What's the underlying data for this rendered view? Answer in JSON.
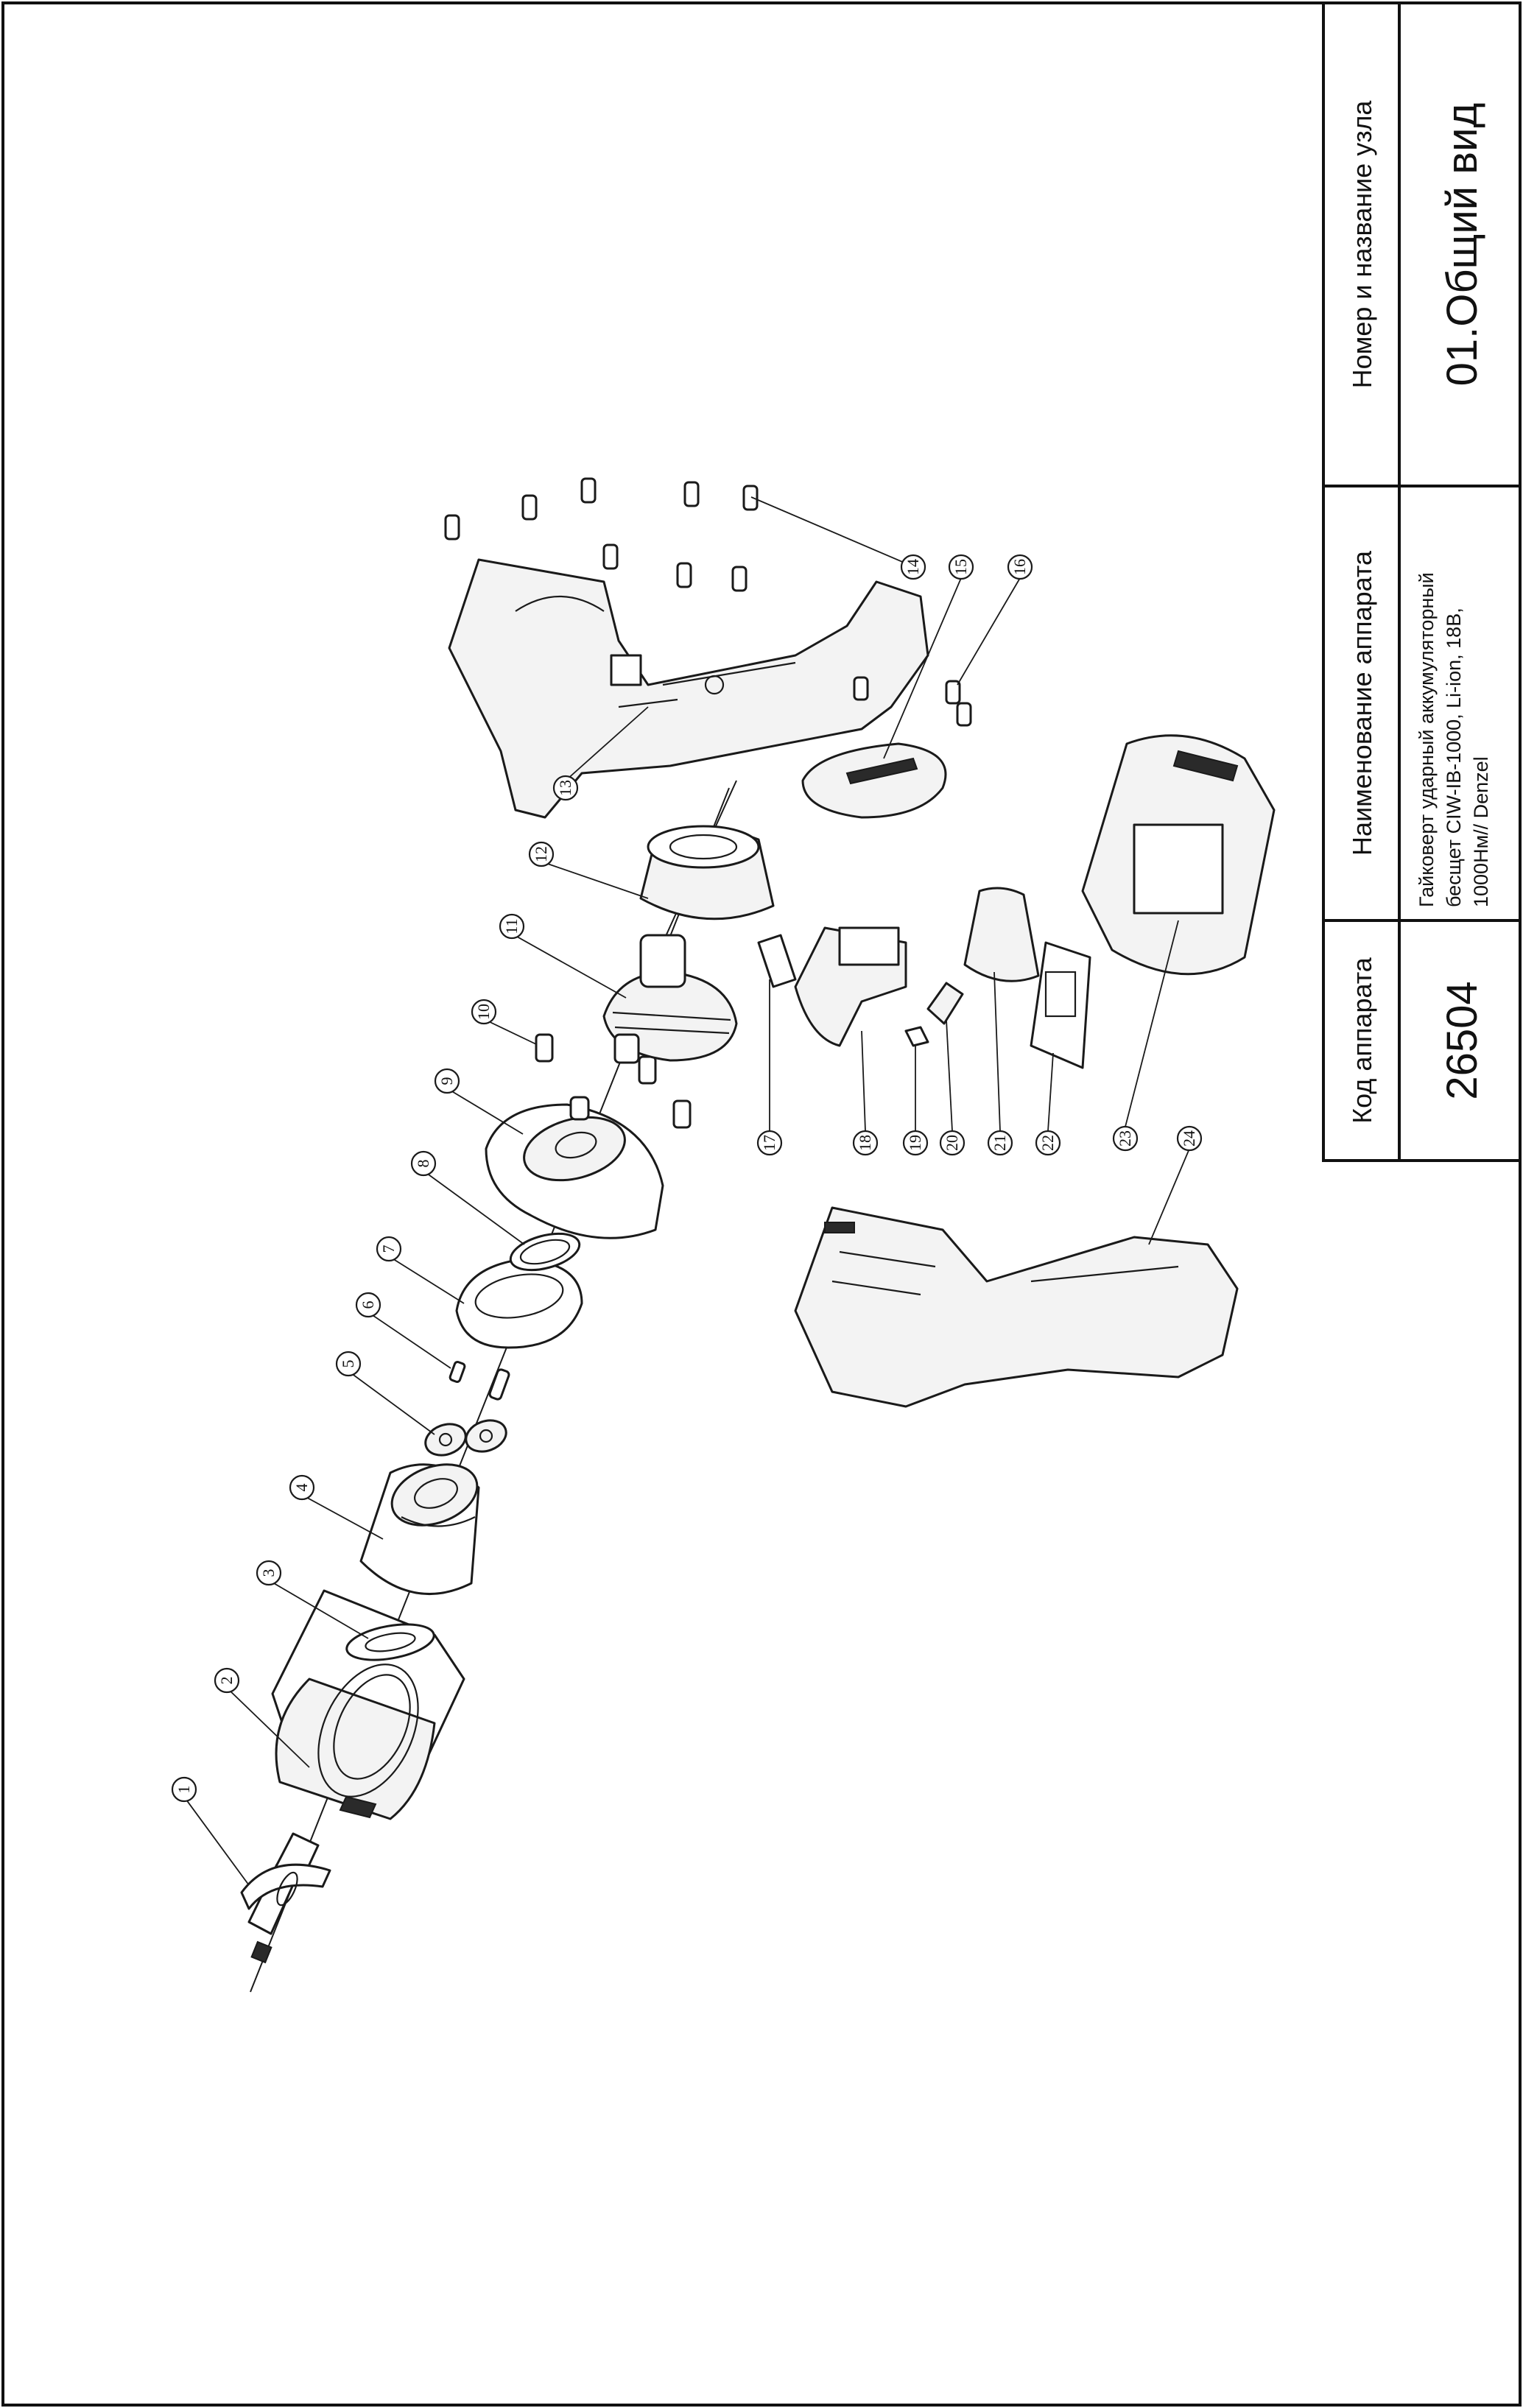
{
  "title_block": {
    "code_header": "Код аппарата",
    "code_value": "26504",
    "name_header": "Наименование аппарата",
    "name_lines": [
      "Гайковерт ударный аккумуляторный",
      "бесщет CIW-IB-1000, Li-ion, 18В,",
      "1000Нм// Denzel"
    ],
    "node_header": "Номер и название узла",
    "node_value": "01.Общий вид"
  },
  "callouts": [
    "1",
    "2",
    "3",
    "4",
    "5",
    "6",
    "7",
    "8",
    "9",
    "10",
    "11",
    "12",
    "13",
    "14",
    "15",
    "16",
    "17",
    "18",
    "19",
    "20",
    "21",
    "22",
    "23",
    "24"
  ]
}
